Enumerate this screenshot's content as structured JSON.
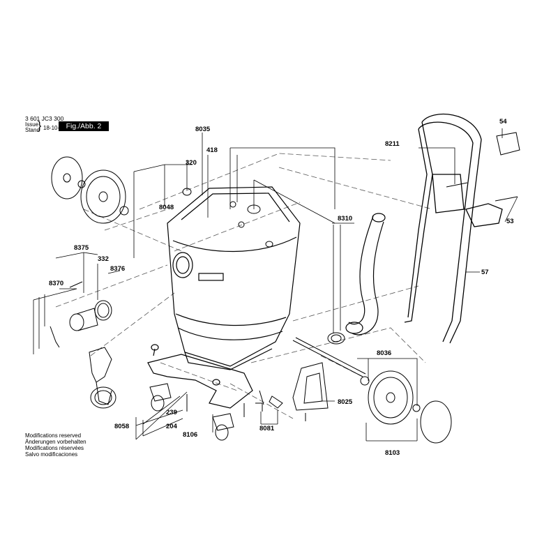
{
  "header": {
    "doc_number": "3 601 JC3 300",
    "issue_label": "Issue",
    "stand_label": "Stand",
    "date": "18-10-24",
    "fig_label": "Fig./Abb. 2"
  },
  "callouts": {
    "p8035": "8035",
    "p418": "418",
    "p320": "320",
    "p8048": "8048",
    "p8211": "8211",
    "p54": "54",
    "p53": "53",
    "p57": "57",
    "p8310": "8310",
    "p8375": "8375",
    "p332": "332",
    "p8376": "8376",
    "p8370": "8370",
    "p8036": "8036",
    "p8025": "8025",
    "p8058": "8058",
    "p239": "239",
    "p204": "204",
    "p8106": "8106",
    "p8081": "8081",
    "p8103": "8103"
  },
  "footer": {
    "line1": "Modifications reserved",
    "line2": "Änderungen vorbehalten",
    "line3": "Modifications réservées",
    "line4": "Salvo modificaciones"
  }
}
